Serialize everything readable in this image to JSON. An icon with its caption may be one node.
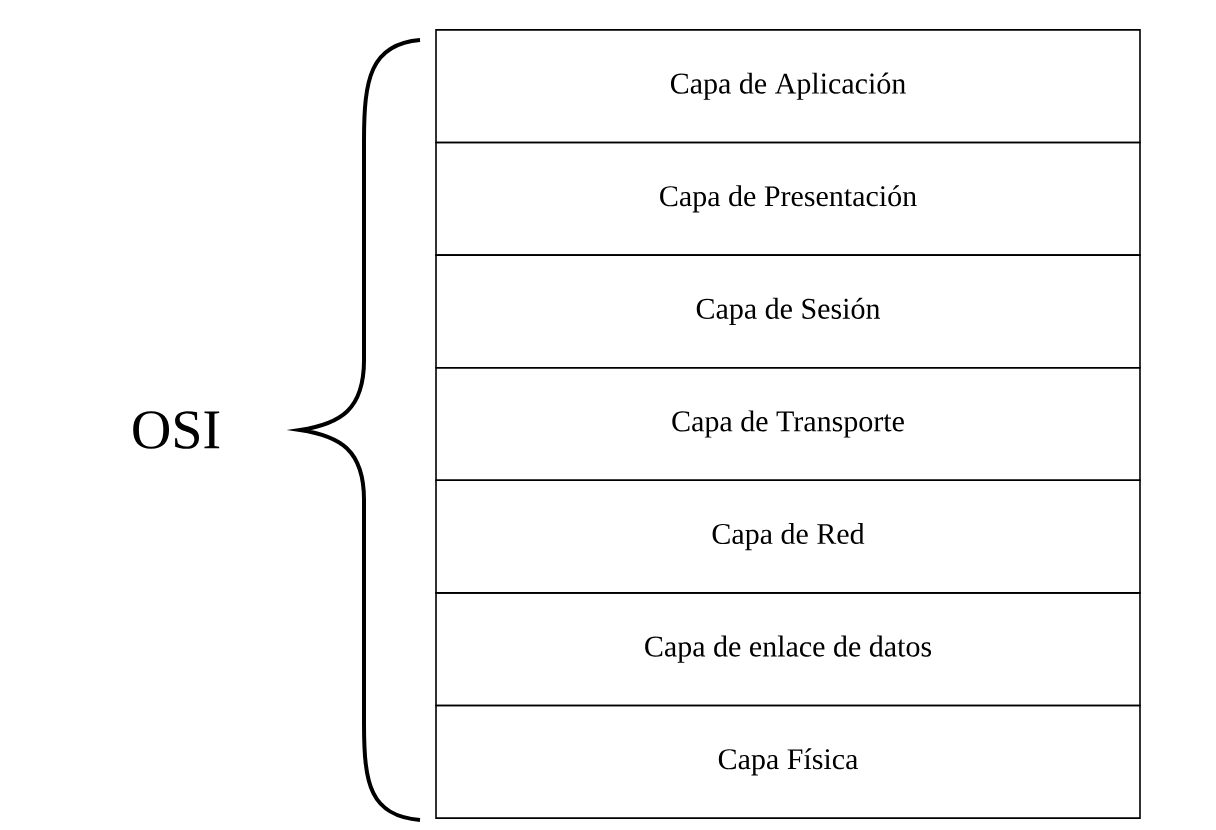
{
  "diagram": {
    "nodes": [
      {
        "text": [
          "Capa de Aplicación"
        ]
      },
      {
        "text": [
          "Capa de Presentación"
        ]
      },
      {
        "text": [
          "Capa de Sesión"
        ]
      },
      {
        "text": [
          "Capa de Transporte"
        ]
      },
      {
        "text": [
          "Capa de Red"
        ]
      },
      {
        "text": [
          "Capa de enlace de datos"
        ]
      },
      {
        "text": [
          "Capa Física"
        ]
      }
    ],
    "labels": [
      "OSI"
    ]
  }
}
